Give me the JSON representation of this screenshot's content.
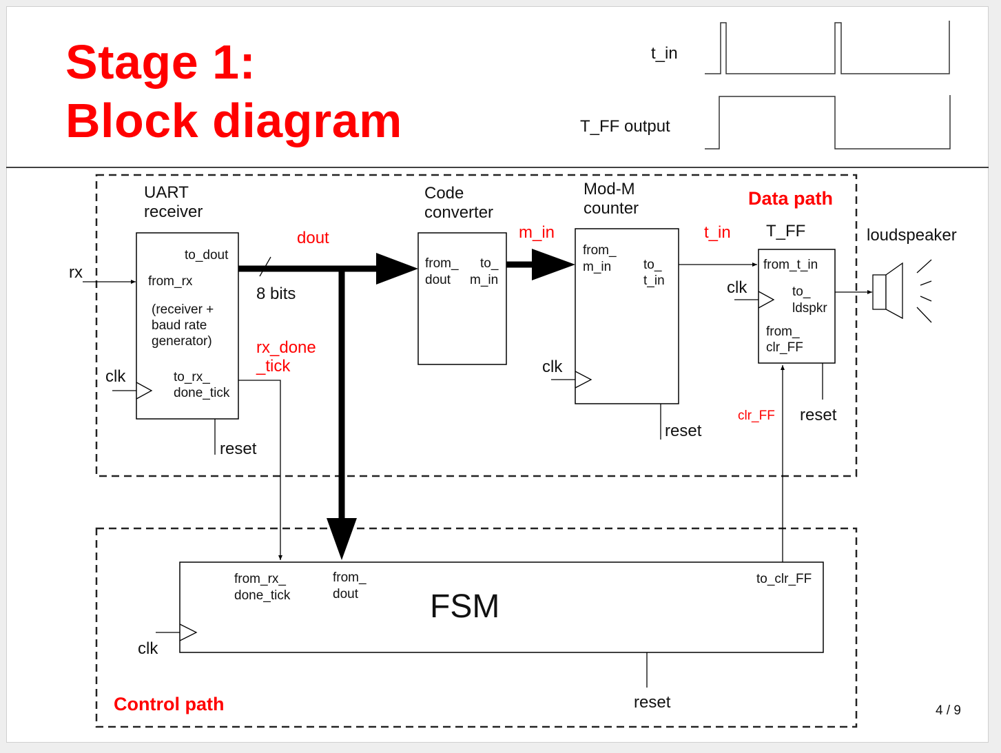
{
  "title": {
    "line1": "Stage 1:",
    "line2": "Block diagram"
  },
  "timing": {
    "t_in": "t_in",
    "tff_output": "T_FF output"
  },
  "sections": {
    "data_path": "Data path",
    "control_path": "Control path"
  },
  "uart": {
    "name1": "UART",
    "name2": "receiver",
    "port_to_dout": "to_dout",
    "port_from_rx": "from_rx",
    "desc1": "(receiver +",
    "desc2": "baud rate",
    "desc3": "generator)",
    "port_to_rx1": "to_rx_",
    "port_to_rx2": "done_tick",
    "rx": "rx",
    "clk": "clk",
    "reset": "reset"
  },
  "code_converter": {
    "name1": "Code",
    "name2": "converter",
    "from1": "from_",
    "from2": "dout",
    "to1": "to_",
    "to2": "m_in"
  },
  "modm": {
    "name1": "Mod-M",
    "name2": "counter",
    "from1": "from_",
    "from2": "m_in",
    "to1": "to_",
    "to2": "t_in",
    "clk": "clk",
    "reset": "reset"
  },
  "tff": {
    "name": "T_FF",
    "from_t_in": "from_t_in",
    "to1": "to_",
    "to2": "ldspkr",
    "clr1": "from_",
    "clr2": "clr_FF",
    "clk": "clk",
    "reset": "reset"
  },
  "signals": {
    "dout": "dout",
    "bits": "8 bits",
    "rx_done1": "rx_done",
    "rx_done2": "_tick",
    "m_in": "m_in",
    "t_in": "t_in",
    "clr_ff": "clr_FF"
  },
  "speaker": {
    "label": "loudspeaker"
  },
  "fsm": {
    "name": "FSM",
    "from_rx1": "from_rx_",
    "from_rx2": "done_tick",
    "from_dout1": "from_",
    "from_dout2": "dout",
    "to_clr": "to_clr_FF",
    "clk": "clk",
    "reset": "reset"
  },
  "page_number": "4 / 9",
  "colors": {
    "accent": "#ff0000",
    "ink": "#111111",
    "rule": "#000000"
  }
}
